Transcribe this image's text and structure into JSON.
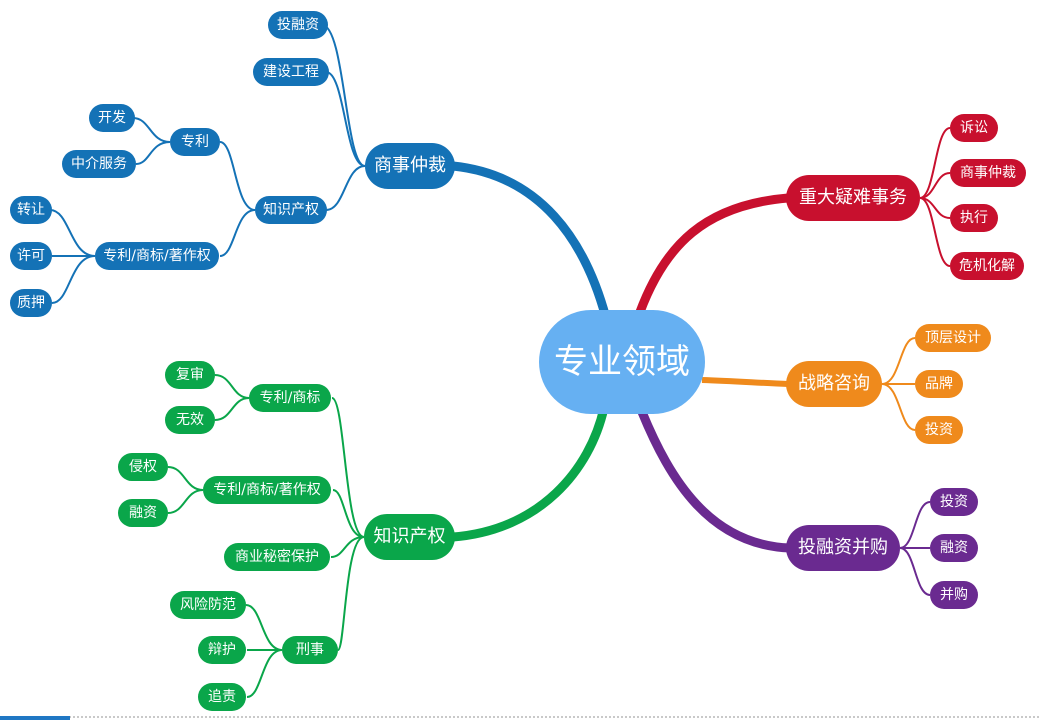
{
  "colors": {
    "center": "#66b0f2",
    "commercial": "#1472b6",
    "major": "#c8102e",
    "strategy": "#ef8a1c",
    "ip": "#0aa64a",
    "investment": "#6a2a90"
  },
  "center": {
    "label": "专业领域"
  },
  "branches": {
    "commercial": {
      "label": "商事仲裁",
      "children": {
        "investment": "投融资",
        "construction": "建设工程",
        "ip": {
          "label": "知识产权",
          "children": {
            "patent": {
              "label": "专利",
              "children": {
                "develop": "开发",
                "agency": "中介服务"
              }
            },
            "pts": {
              "label": "专利/商标/著作权",
              "children": {
                "transfer": "转让",
                "license": "许可",
                "pledge": "质押"
              }
            }
          }
        }
      }
    },
    "major": {
      "label": "重大疑难事务",
      "children": {
        "litigation": "诉讼",
        "arbitration": "商事仲裁",
        "execution": "执行",
        "crisis": "危机化解"
      }
    },
    "strategy": {
      "label": "战略咨询",
      "children": {
        "toplevel": "顶层设计",
        "brand": "品牌",
        "invest": "投资"
      }
    },
    "ip": {
      "label": "知识产权",
      "children": {
        "pt": {
          "label": "专利/商标",
          "children": {
            "review": "复审",
            "invalid": "无效"
          }
        },
        "pts": {
          "label": "专利/商标/著作权",
          "children": {
            "infringe": "侵权",
            "finance": "融资"
          }
        },
        "secret": "商业秘密保护",
        "criminal": {
          "label": "刑事",
          "children": {
            "risk": "风险防范",
            "defense": "辩护",
            "recovery": "追责"
          }
        }
      }
    },
    "investment": {
      "label": "投融资并购",
      "children": {
        "invest": "投资",
        "finance": "融资",
        "merger": "并购"
      }
    }
  }
}
